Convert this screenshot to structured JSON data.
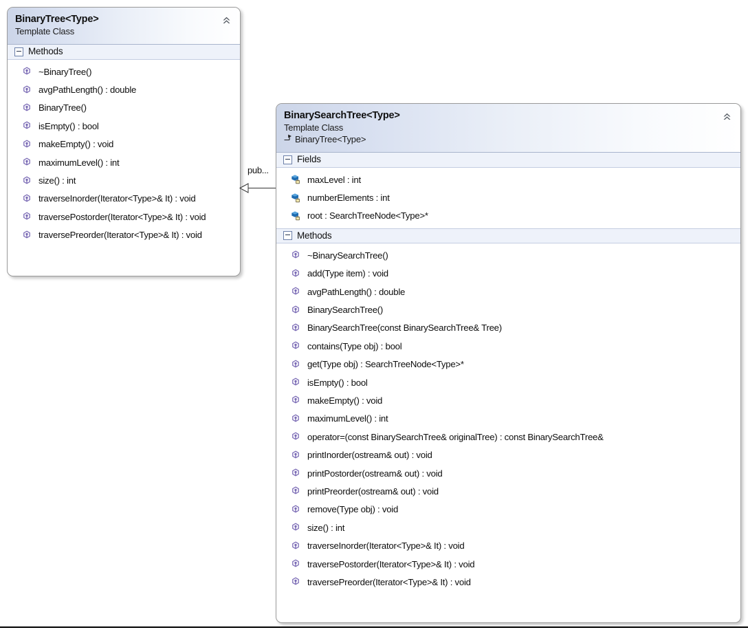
{
  "diagram": {
    "kind": "uml-class-diagram",
    "accent_header_color": "#ccd5e8",
    "band_color": "#eef2fa",
    "border_color": "#9a9a9a",
    "method_icon_color": "#7b6bb5",
    "field_icon_color": "#1f6cb0"
  },
  "classes": [
    {
      "id": "binary-tree",
      "title": "BinaryTree<Type>",
      "stereotype": "Template Class",
      "base": null,
      "collapse_icon": "chevron-double-up-icon",
      "compartments": [
        {
          "name": "Methods",
          "expander": "collapse-minus-icon",
          "members": [
            {
              "icon": "method-icon",
              "text": "~BinaryTree()"
            },
            {
              "icon": "method-icon",
              "text": "avgPathLength() : double"
            },
            {
              "icon": "method-icon",
              "text": "BinaryTree()"
            },
            {
              "icon": "method-icon",
              "text": "isEmpty() : bool"
            },
            {
              "icon": "method-icon",
              "text": "makeEmpty() : void"
            },
            {
              "icon": "method-icon",
              "text": "maximumLevel() : int"
            },
            {
              "icon": "method-icon",
              "text": "size() : int"
            },
            {
              "icon": "method-icon",
              "text": "traverseInorder(Iterator<Type>& It) : void"
            },
            {
              "icon": "method-icon",
              "text": "traversePostorder(Iterator<Type>& It) : void"
            },
            {
              "icon": "method-icon",
              "text": "traversePreorder(Iterator<Type>& It) : void"
            }
          ]
        }
      ]
    },
    {
      "id": "binary-search-tree",
      "title": "BinarySearchTree<Type>",
      "stereotype": "Template Class",
      "base": "BinaryTree<Type>",
      "base_arrow_icon": "inheritance-arrow-icon",
      "collapse_icon": "chevron-double-up-icon",
      "compartments": [
        {
          "name": "Fields",
          "expander": "collapse-minus-icon",
          "members": [
            {
              "icon": "field-private-icon",
              "text": "maxLevel : int"
            },
            {
              "icon": "field-private-icon",
              "text": "numberElements : int"
            },
            {
              "icon": "field-private-icon",
              "text": "root : SearchTreeNode<Type>*"
            }
          ]
        },
        {
          "name": "Methods",
          "expander": "collapse-minus-icon",
          "members": [
            {
              "icon": "method-icon",
              "text": "~BinarySearchTree()"
            },
            {
              "icon": "method-icon",
              "text": "add(Type item) : void"
            },
            {
              "icon": "method-icon",
              "text": "avgPathLength() : double"
            },
            {
              "icon": "method-icon",
              "text": "BinarySearchTree()"
            },
            {
              "icon": "method-icon",
              "text": "BinarySearchTree(const BinarySearchTree& Tree)"
            },
            {
              "icon": "method-icon",
              "text": "contains(Type obj) : bool"
            },
            {
              "icon": "method-icon",
              "text": "get(Type obj) : SearchTreeNode<Type>*"
            },
            {
              "icon": "method-icon",
              "text": "isEmpty() : bool"
            },
            {
              "icon": "method-icon",
              "text": "makeEmpty() : void"
            },
            {
              "icon": "method-icon",
              "text": "maximumLevel() : int"
            },
            {
              "icon": "method-icon",
              "text": "operator=(const BinarySearchTree& originalTree) : const BinarySearchTree&"
            },
            {
              "icon": "method-icon",
              "text": "printInorder(ostream& out) : void"
            },
            {
              "icon": "method-icon",
              "text": "printPostorder(ostream& out) : void"
            },
            {
              "icon": "method-icon",
              "text": "printPreorder(ostream& out) : void"
            },
            {
              "icon": "method-icon",
              "text": "remove(Type obj) : void"
            },
            {
              "icon": "method-icon",
              "text": "size() : int"
            },
            {
              "icon": "method-icon",
              "text": "traverseInorder(Iterator<Type>& It) : void"
            },
            {
              "icon": "method-icon",
              "text": "traversePostorder(Iterator<Type>& It) : void"
            },
            {
              "icon": "method-icon",
              "text": "traversePreorder(Iterator<Type>& It) : void"
            }
          ]
        }
      ]
    }
  ],
  "connector": {
    "label": "pub...",
    "kind": "inheritance",
    "arrowhead": "hollow-triangle"
  }
}
